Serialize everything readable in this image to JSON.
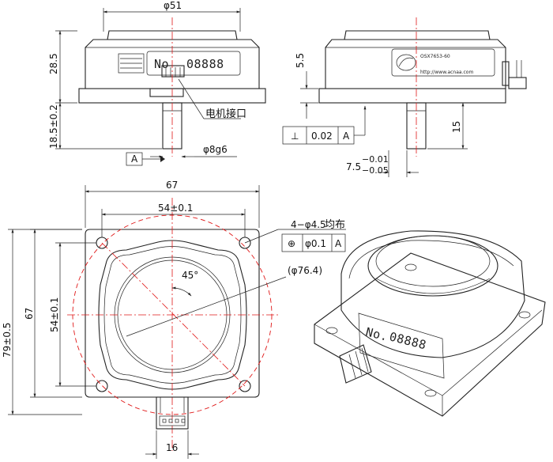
{
  "front_view": {
    "top_diameter": "φ51",
    "body_height": "28.5",
    "shaft_length": "18.5±0.2",
    "shaft_diameter": "φ8g6",
    "connector_callout": "电机接口",
    "nameplate_number": "08888",
    "nameplate_prefix": "No",
    "datum": "A"
  },
  "side_view": {
    "step_height": "5.5",
    "shaft_length": "15",
    "offset_value": "7.5",
    "offset_upper_tol": "−0.01",
    "offset_lower_tol": "−0.05",
    "nameplate_model": "OSX7653-60",
    "nameplate_url": "http://www.acnaa.com",
    "perpendicularity": {
      "symbol": "⊥",
      "tolerance": "0.02",
      "datum": "A"
    }
  },
  "top_view": {
    "overall_width": "67",
    "hole_spacing_h": "54±0.1",
    "hole_spacing_v": "54±0.1",
    "overall_height": "67",
    "circle_diameter": "79±0.5",
    "hole_callout": "4−φ4.5",
    "hole_callout_suffix": "均布",
    "angle": "45°",
    "ref_diameter": "(φ76.4)",
    "connector_width": "16",
    "position_tol": {
      "symbol": "⊕",
      "tolerance": "φ0.1",
      "datum": "A"
    }
  },
  "iso_view": {
    "nameplate_prefix": "No.",
    "nameplate_number": "08888"
  },
  "colors": {
    "line": "#222222",
    "centerline": "#e01818",
    "background": "#ffffff"
  }
}
